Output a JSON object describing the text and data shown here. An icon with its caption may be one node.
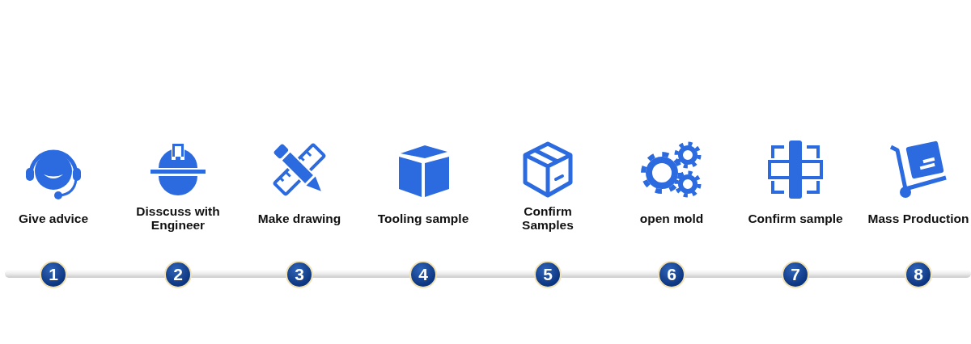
{
  "diagram": {
    "nodes": [
      {
        "text": [
          "1"
        ],
        "beside": [
          "Give advice"
        ]
      },
      {
        "text": [
          "2"
        ],
        "beside": [
          "Disscuss with Engineer"
        ]
      },
      {
        "text": [
          "3"
        ],
        "beside": [
          "Make drawing"
        ]
      },
      {
        "text": [
          "4"
        ],
        "beside": [
          "Tooling sample"
        ]
      },
      {
        "text": [
          "5"
        ],
        "beside": [
          "Confirm Samples"
        ]
      },
      {
        "text": [
          "6"
        ],
        "beside": [
          "open mold"
        ]
      },
      {
        "text": [
          "7"
        ],
        "beside": [
          "Confirm sample"
        ]
      },
      {
        "text": [
          "8"
        ],
        "beside": [
          "Mass Production"
        ]
      }
    ]
  }
}
